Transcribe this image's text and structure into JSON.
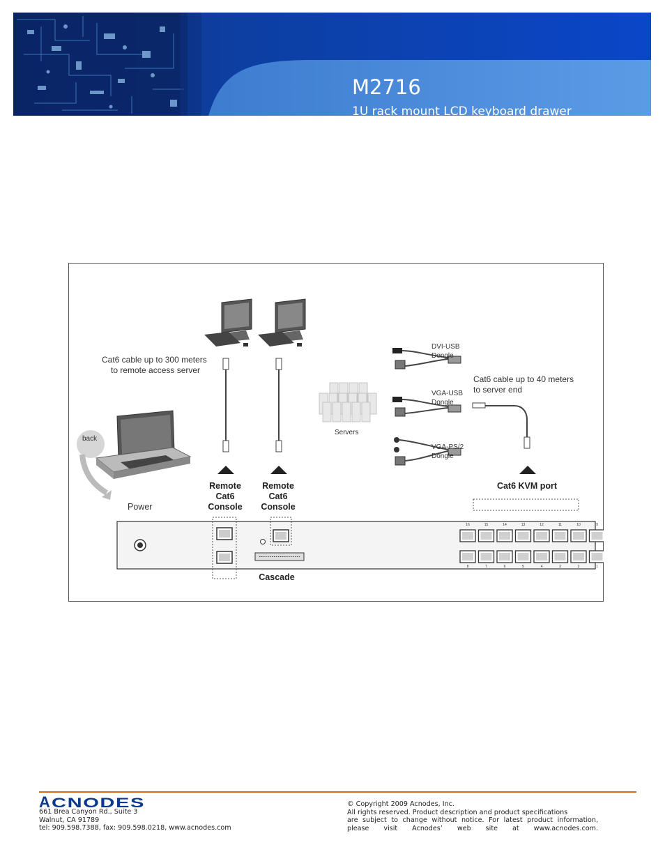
{
  "header": {
    "title": "M2716",
    "subtitle": "1U rack mount LCD keyboard drawer"
  },
  "diagram": {
    "cat6_remote_line1": "Cat6 cable up to 300 meters",
    "cat6_remote_line2": "to remote access server",
    "cat6_server_line1": "Cat6 cable up to 40 meters",
    "cat6_server_line2": "to server end",
    "dvi_usb_line1": "DVI-USB",
    "dvi_usb_line2": "Dongle",
    "vga_usb_line1": "VGA-USB",
    "vga_usb_line2": "Dongle",
    "vga_ps2_line1": "VGA-PS/2",
    "vga_ps2_line2": "Dongle",
    "servers": "Servers",
    "back": "back",
    "power": "Power",
    "remote1_line1": "Remote",
    "remote1_line2": "Cat6",
    "remote1_line3": "Console",
    "remote2_line1": "Remote",
    "remote2_line2": "Cat6",
    "remote2_line3": "Console",
    "cat6_kvm_port": "Cat6 KVM port",
    "cascade": "Cascade",
    "port_numbers_top": [
      "16",
      "15",
      "14",
      "13",
      "12",
      "11",
      "10",
      "9"
    ],
    "port_numbers_bottom": [
      "8",
      "7",
      "6",
      "5",
      "4",
      "3",
      "2",
      "1"
    ]
  },
  "footer": {
    "logo_text": "ACNODES",
    "address_line1": "661 Brea Canyon Rd., Suite 3",
    "address_line2": "Walnut, CA 91789",
    "address_line3": "tel: 909.598.7388, fax: 909.598.0218, www.acnodes.com",
    "copyright_line1": "© Copyright 2009 Acnodes, Inc.",
    "copyright_line2": "All rights reserved. Product description and product specifications",
    "copyright_line3": "are subject to change without notice. For latest product information,",
    "copyright_line4": "please visit Acnodes’ web site at www.acnodes.com."
  }
}
